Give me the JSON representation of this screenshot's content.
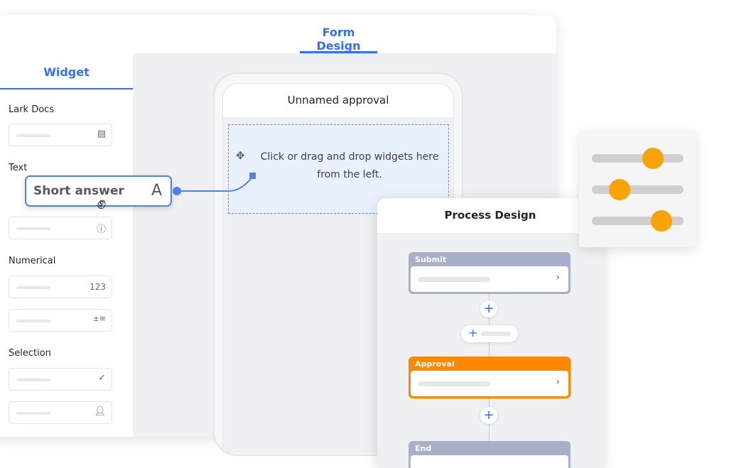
{
  "header": {
    "tab": "Form Design"
  },
  "sidebar": {
    "tab": "Widget",
    "sections": [
      {
        "label": "Lark Docs"
      },
      {
        "label": "Text"
      },
      {
        "label": "Numerical"
      },
      {
        "label": "Selection"
      }
    ],
    "numeric_icon": "123"
  },
  "drag_widget": {
    "label": "Short answer",
    "icon": "A"
  },
  "phone": {
    "title": "Unnamed approval",
    "drop_hint": "Click or drag and drop widgets here from the left."
  },
  "process": {
    "title": "Process Design",
    "nodes": [
      {
        "label": "Submit",
        "color": "#a7b0c8"
      },
      {
        "label": "Approval",
        "color": "#ff8800"
      },
      {
        "label": "End",
        "color": "#a7b0c8"
      }
    ]
  },
  "sliders": {
    "values": [
      0.67,
      0.3,
      0.76
    ],
    "accent": "#f9a406"
  }
}
